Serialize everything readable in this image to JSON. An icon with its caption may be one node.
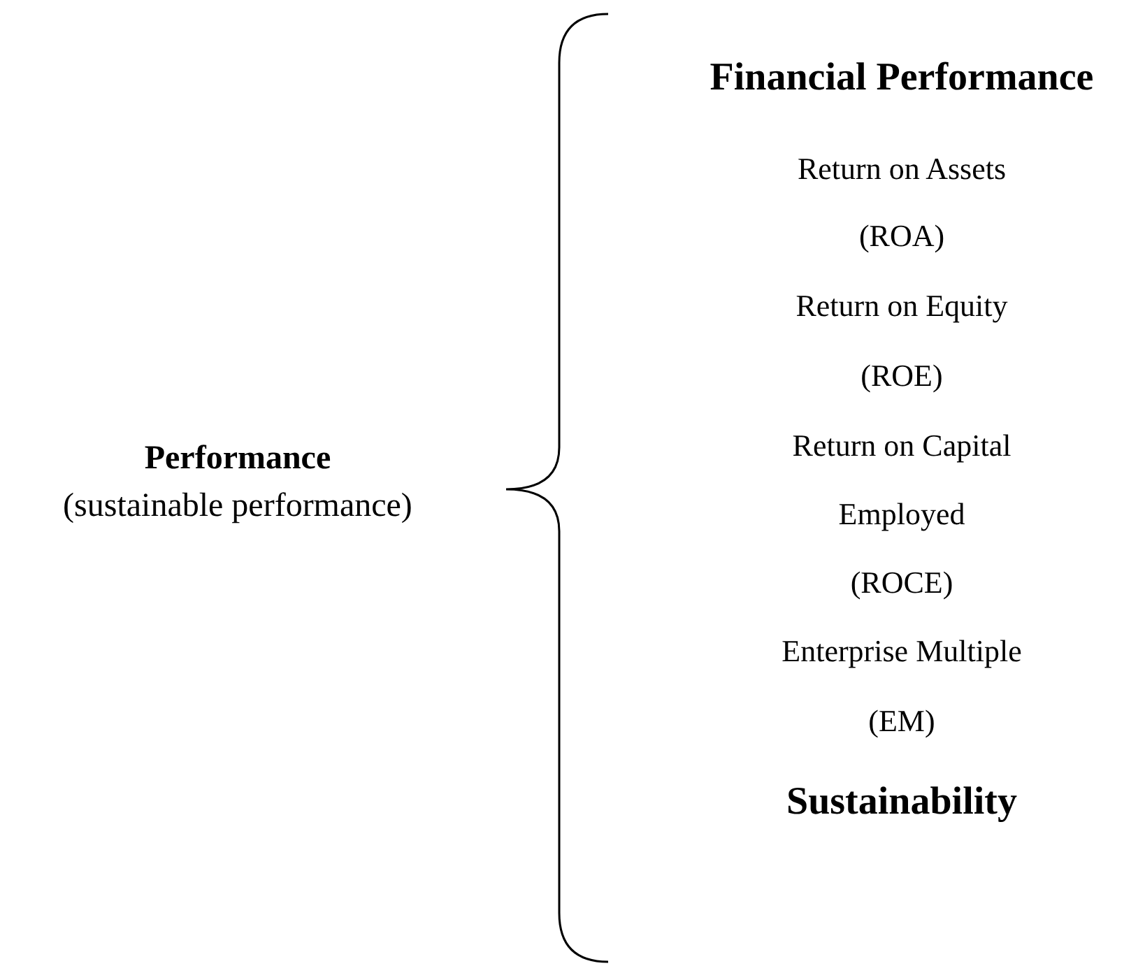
{
  "diagram": {
    "labels": [
      "Performance",
      "(sustainable performance)",
      "Financial Performance",
      "Return on Assets",
      "(ROA)",
      "Return on Equity",
      "(ROE)",
      "Return on Capital Employed",
      "(ROCE)",
      "Enterprise Multiple",
      "(EM)",
      "Sustainability"
    ]
  }
}
